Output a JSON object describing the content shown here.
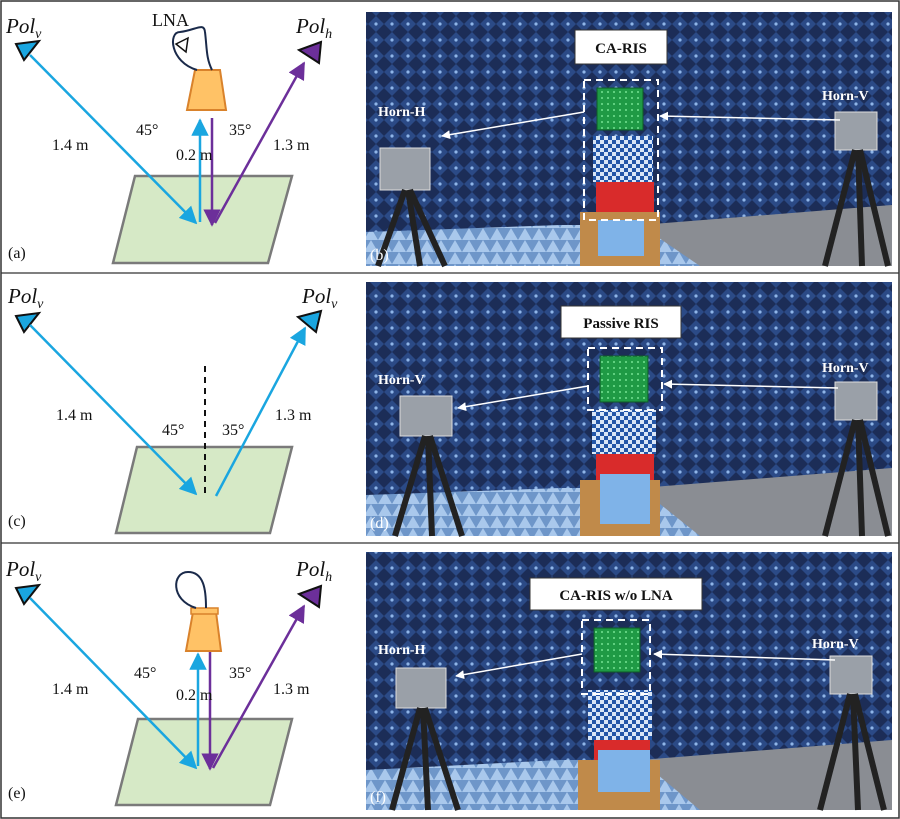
{
  "panels": [
    {
      "id": "a",
      "letter": "(a)",
      "left_pol": "v",
      "right_pol": "h",
      "has_lna_label": true,
      "lna_label": "LNA",
      "left_dist": "1.4 m",
      "right_dist": "1.3 m",
      "left_angle": "45°",
      "right_angle": "35°",
      "mid_dist": "0.2 m"
    },
    {
      "id": "c",
      "letter": "(c)",
      "left_pol": "v",
      "right_pol": "v",
      "left_dist": "1.4 m",
      "right_dist": "1.3 m",
      "left_angle": "45°",
      "right_angle": "35°"
    },
    {
      "id": "e",
      "letter": "(e)",
      "left_pol": "v",
      "right_pol": "h",
      "has_lna_label": false,
      "left_dist": "1.4 m",
      "right_dist": "1.3 m",
      "left_angle": "45°",
      "right_angle": "35°",
      "mid_dist": "0.2 m"
    }
  ],
  "photos": [
    {
      "id": "b",
      "letter": "(b)",
      "title": "CA-RIS",
      "left_horn": "Horn-H",
      "right_horn": "Horn-V"
    },
    {
      "id": "d",
      "letter": "(d)",
      "title": "Passive RIS",
      "left_horn": "Horn-V",
      "right_horn": "Horn-V"
    },
    {
      "id": "f",
      "letter": "(f)",
      "title": "CA-RIS w/o LNA",
      "left_horn": "Horn-H",
      "right_horn": "Horn-V"
    }
  ],
  "pol_prefix": "Pol",
  "colors": {
    "blue": "#1aa6e0",
    "purple": "#6c2f9a",
    "ris_fill": "#d6e9c6",
    "ris_stroke": "#7a7a7a",
    "horn_fill": "#ffc266",
    "horn_stroke": "#d9822b",
    "chamber": "#1e2f5a",
    "floor": "#8a8d93"
  }
}
